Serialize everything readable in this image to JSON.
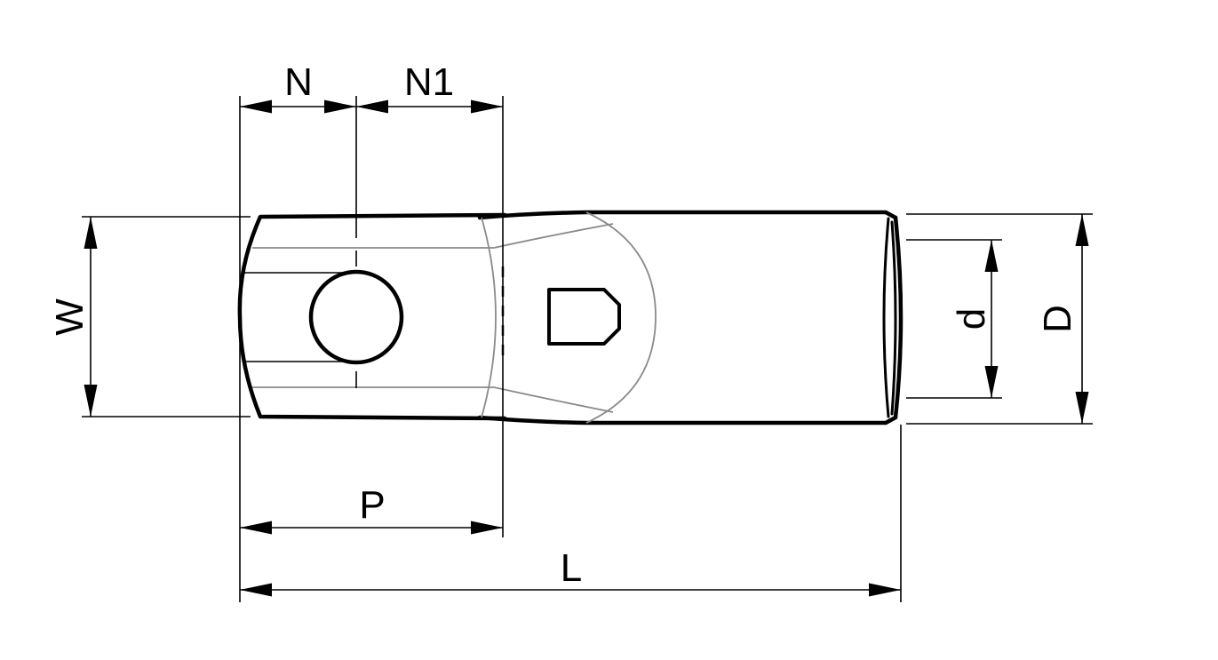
{
  "diagram": {
    "labels": {
      "N": "N",
      "N1": "N1",
      "W": "W",
      "P": "P",
      "L": "L",
      "d": "d",
      "D": "D"
    },
    "colors": {
      "outline": "#000000",
      "hidden_edge": "#8a8a8a",
      "background": "#ffffff"
    }
  }
}
